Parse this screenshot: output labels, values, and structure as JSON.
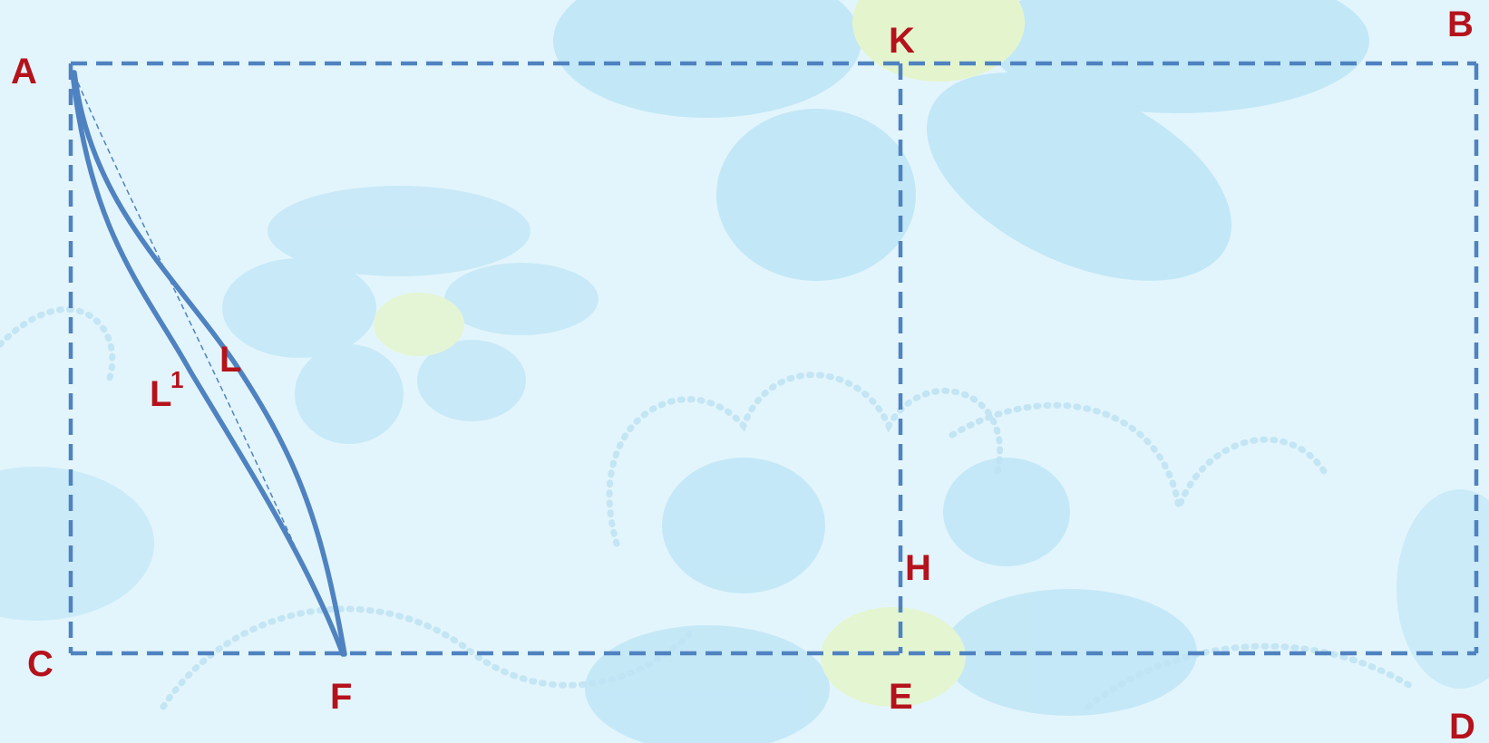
{
  "colors": {
    "background": "#e3f5fc",
    "line": "#4f82c0",
    "label": "#b5121b",
    "petal": "#a8dcf3",
    "flower_center": "#e6f6a8",
    "dots": "#bfe3f3"
  },
  "labels": {
    "A": "A",
    "B": "B",
    "C": "C",
    "D": "D",
    "E": "E",
    "F": "F",
    "H": "H",
    "K": "K",
    "L": "L",
    "L1_base": "L",
    "L1_sup": "1"
  },
  "styles": {
    "frame_lines": "dashed",
    "chord_AF": "thin-dashed",
    "curves": "solid"
  }
}
